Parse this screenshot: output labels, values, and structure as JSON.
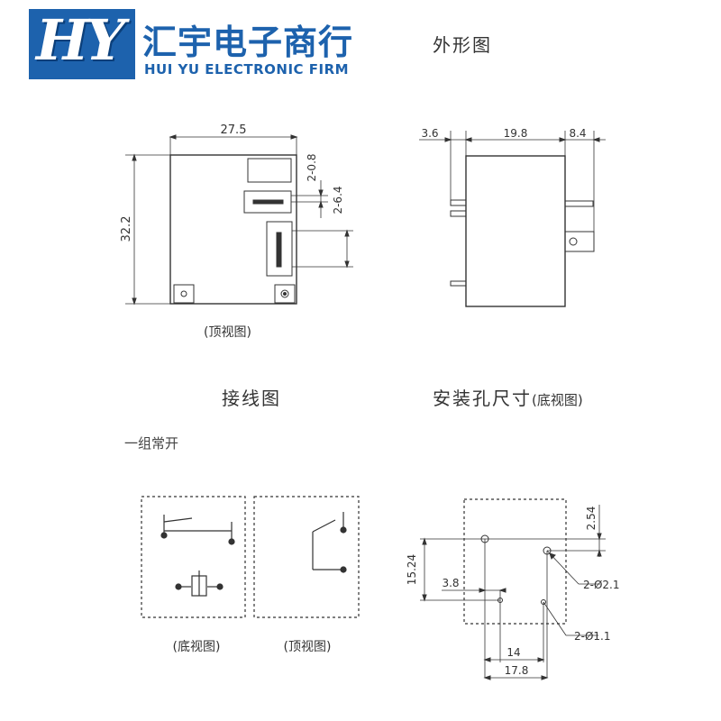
{
  "brand": {
    "logo_letters": "HY",
    "name_cn": "汇宇电子商行",
    "name_en": "HUI YU ELECTRONIC FIRM",
    "color": "#1d62ad"
  },
  "sections": {
    "outline_title": "外形图",
    "wiring_title": "接线图",
    "mount_title": "安装孔尺寸",
    "mount_title_suffix": "(底视图)",
    "contact_form": "一组常开"
  },
  "top_view": {
    "caption": "(顶视图)",
    "width": "27.5",
    "height": "32.2",
    "dim_a": "2-0.8",
    "dim_b": "2-6.4"
  },
  "side_view": {
    "dim_left": "3.6",
    "dim_mid": "19.8",
    "dim_right": "8.4"
  },
  "wiring": {
    "bottom_caption": "(底视图)",
    "top_caption": "(顶视图)"
  },
  "mount": {
    "dim_154": "15.24",
    "dim_38": "3.8",
    "dim_254": "2.54",
    "hole_large": "2-Ø2.1",
    "hole_small": "2-Ø1.1",
    "dim_14": "14",
    "dim_178": "17.8"
  }
}
